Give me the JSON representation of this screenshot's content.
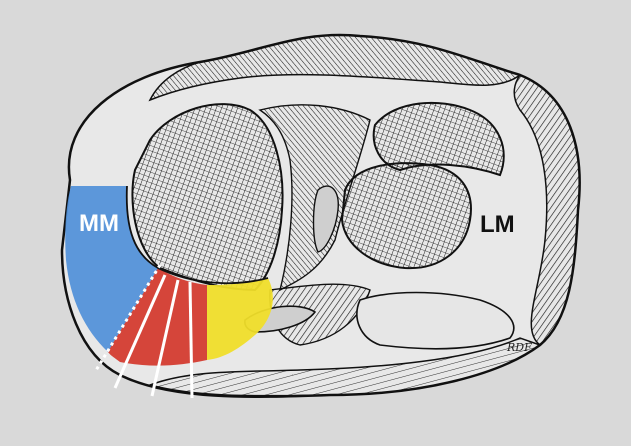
{
  "labels": {
    "medial_meniscus": "MM",
    "lateral_meniscus": "LM",
    "artist_initials": "RDF"
  },
  "colors": {
    "background": "#d9d9d9",
    "zone_blue": "#4f8fd8",
    "zone_red": "#d2362a",
    "zone_yellow": "#f0de2a",
    "ink": "#161616",
    "cut_lines": "#ffffff"
  }
}
